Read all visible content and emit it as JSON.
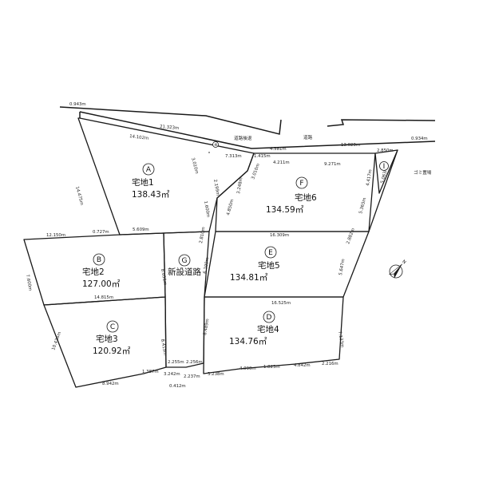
{
  "labels": {
    "road": "道路",
    "road_setback": "道路後退",
    "garbage": "ゴミ置場",
    "setback_mark": "※"
  },
  "lots": [
    {
      "id": "A",
      "name": "宅地1",
      "area": "138.43㎡"
    },
    {
      "id": "B",
      "name": "宅地2",
      "area": "127.00㎡"
    },
    {
      "id": "C",
      "name": "宅地3",
      "area": "120.92㎡"
    },
    {
      "id": "D",
      "name": "宅地4",
      "area": "134.76㎡"
    },
    {
      "id": "E",
      "name": "宅地5",
      "area": "134.81㎡"
    },
    {
      "id": "F",
      "name": "宅地6",
      "area": "134.59㎡"
    },
    {
      "id": "G",
      "name": "新設道路",
      "area": ""
    },
    {
      "id": "I",
      "name": "",
      "area": ""
    }
  ],
  "dimensions": [
    "0.943m",
    "21.323m",
    "14.102m",
    "14.475m",
    "0.727m",
    "12.150m",
    "5.609m",
    "3.010m",
    "2.199m",
    "1.600m",
    "7.313m",
    "1.415m",
    "4.581m",
    "13.023m",
    "0.934m",
    "2.850m",
    "4.211m",
    "3.010m",
    "9.271m",
    "4.417m",
    "5.063m",
    "3.248m",
    "4.850m",
    "2.810m",
    "16.309m",
    "5.365m",
    "2.882m",
    "7.600m",
    "14.815m",
    "8.051m",
    "6.109m",
    "5.647m",
    "16.525m",
    "10.426m",
    "8.415m",
    "8.489m",
    "7.133m",
    "2.255m",
    "2.256m",
    "8.942m",
    "1.387m",
    "3.242m",
    "2.237m",
    "3.238m",
    "4.090m",
    "1.823m",
    "4.842m",
    "2.216m",
    "0.412m"
  ],
  "north": "N"
}
